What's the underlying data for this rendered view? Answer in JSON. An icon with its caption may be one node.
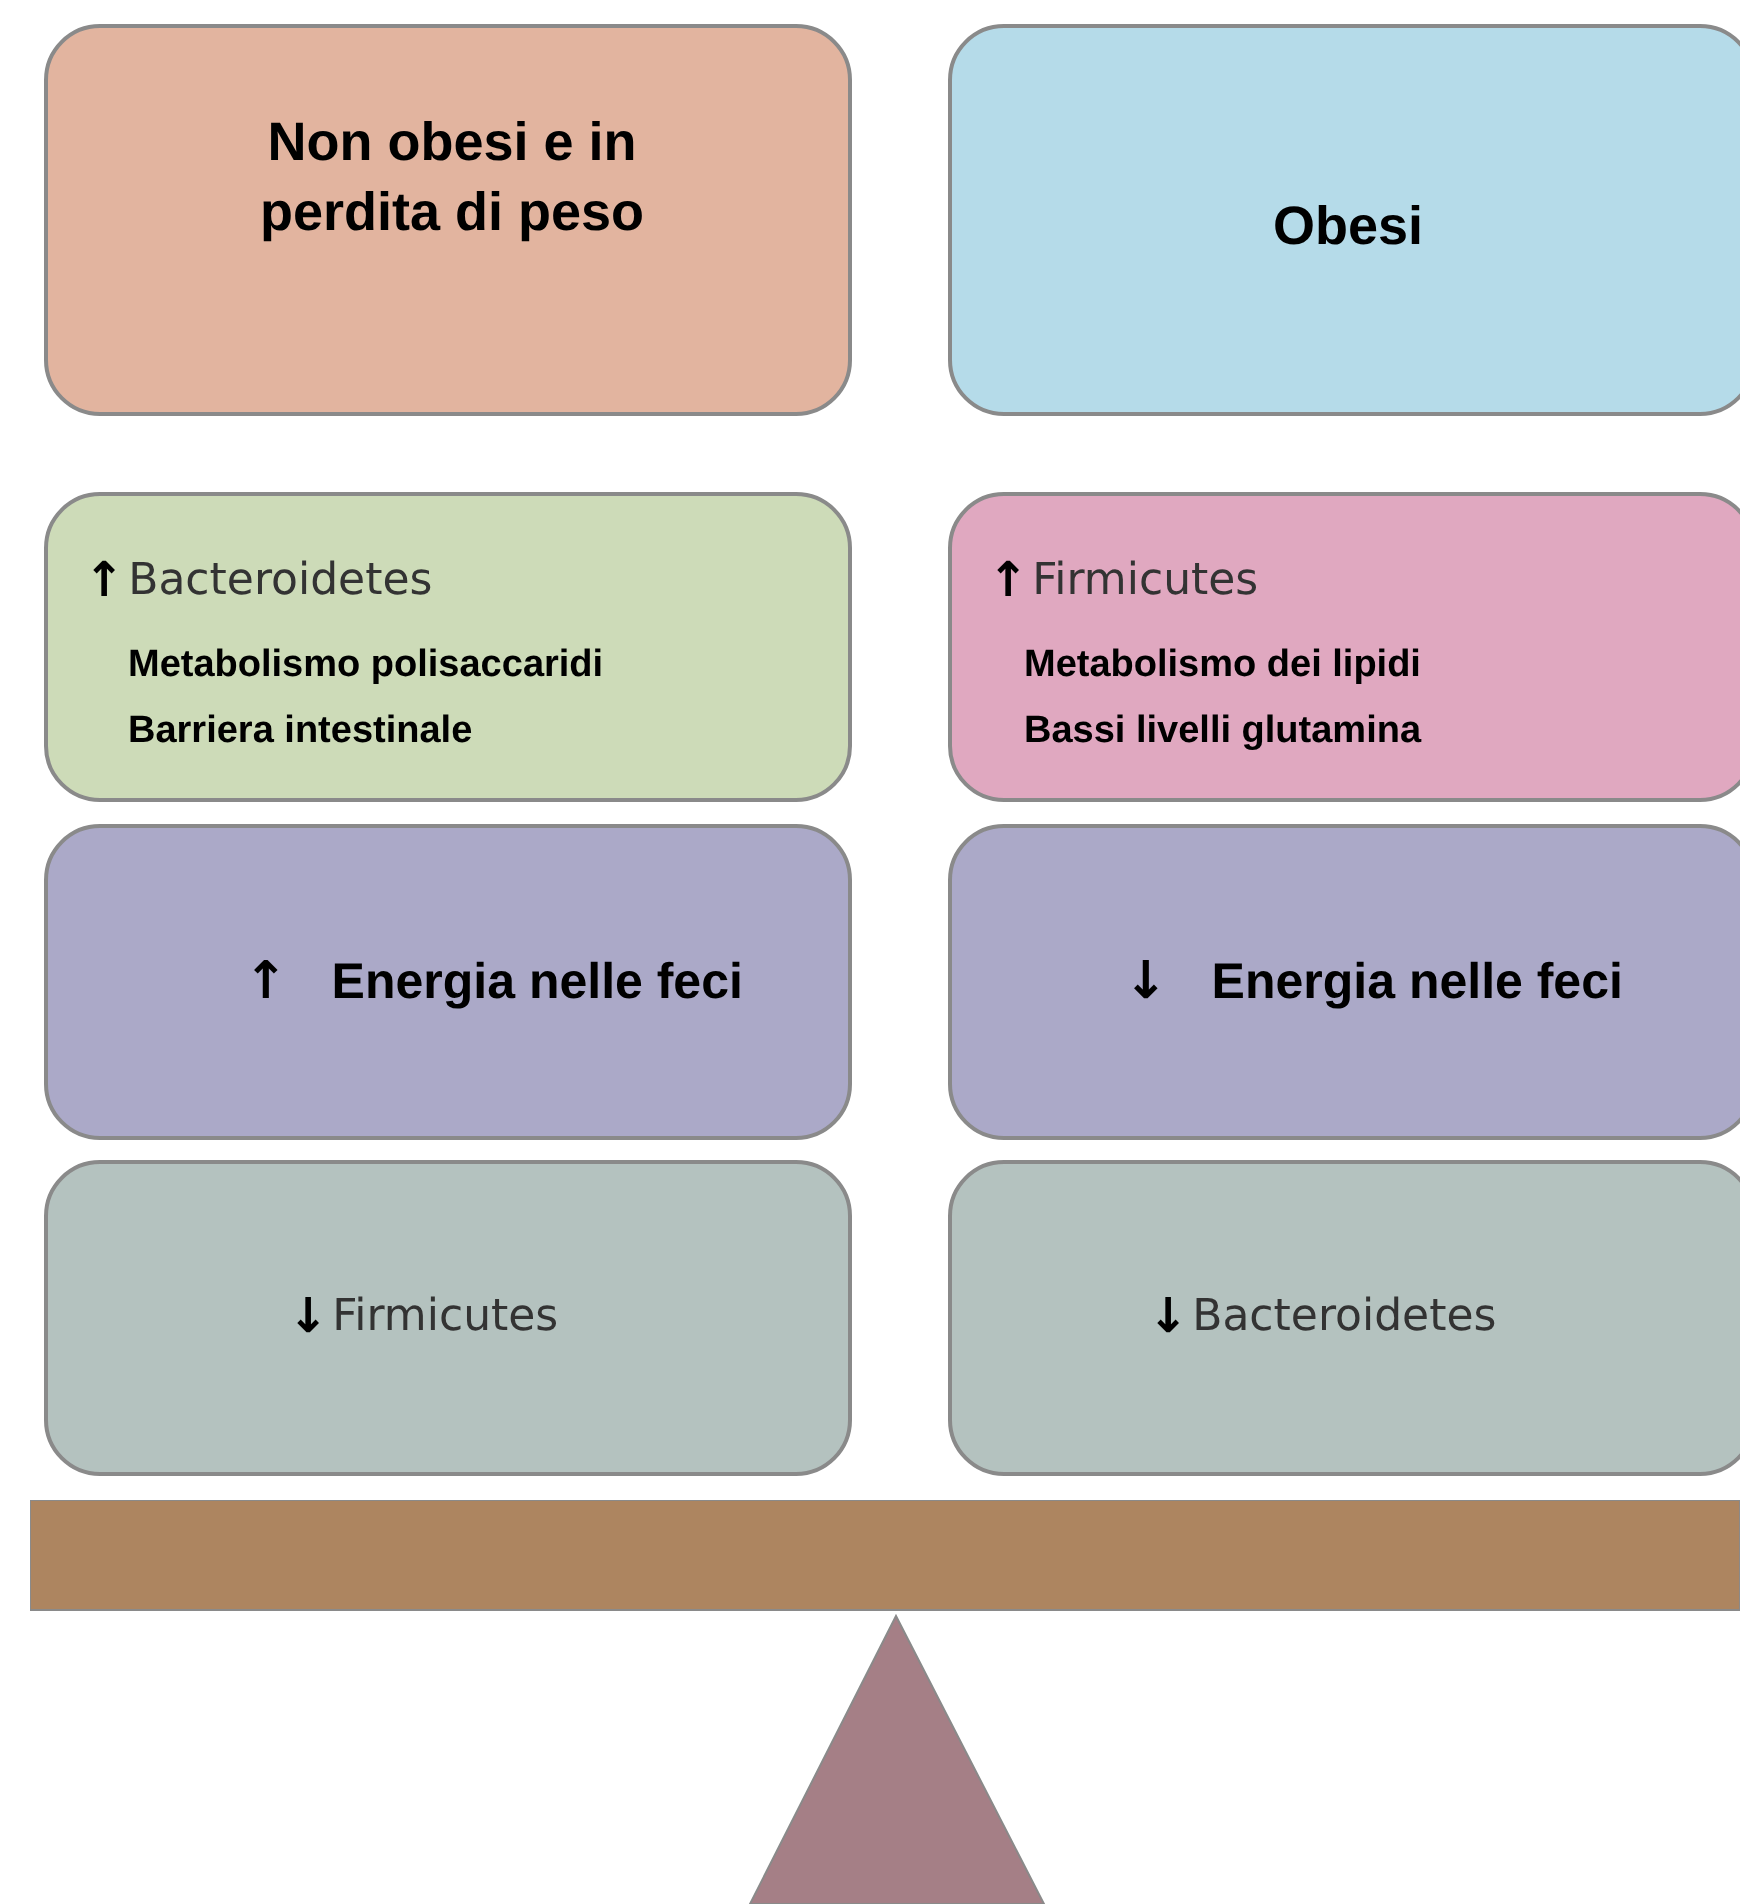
{
  "diagram": {
    "nodes": [
      {
        "text": [
          "Non obesi e in perdita di peso"
        ]
      },
      {
        "text": [
          "Obesi"
        ]
      },
      {
        "text": [
          "↑",
          "Bacteroidetes",
          "Metabolismo polisaccaridi",
          "Barriera intestinale"
        ]
      },
      {
        "text": [
          "↑",
          "Firmicutes",
          "Metabolismo dei lipidi",
          "Bassi livelli glutamina"
        ]
      },
      {
        "text": [
          "↑",
          "Energia nelle feci"
        ]
      },
      {
        "text": [
          "↓",
          "Energia nelle feci"
        ]
      },
      {
        "text": [
          "↓",
          "Firmicutes"
        ]
      },
      {
        "text": [
          "↓",
          "Bacteroidetes"
        ]
      }
    ]
  }
}
